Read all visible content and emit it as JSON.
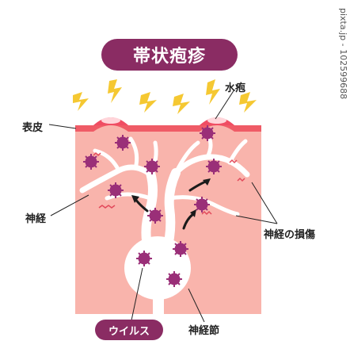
{
  "title": "帯状疱疹",
  "labels": {
    "epidermis": "表皮",
    "blister": "水疱",
    "nerve": "神経",
    "nerve_damage": "神経の損傷",
    "ganglion": "神経節",
    "virus": "ウイルス"
  },
  "watermark": "pixta.jp - 102599688",
  "colors": {
    "title_bg": "#8a2c63",
    "skin": "#f7a6a0",
    "epidermis_band": "#f0616a",
    "nerve": "#ffffff",
    "virus": "#9a2f78",
    "lightning": "#f5c832",
    "arrow": "#1a1a1a"
  }
}
